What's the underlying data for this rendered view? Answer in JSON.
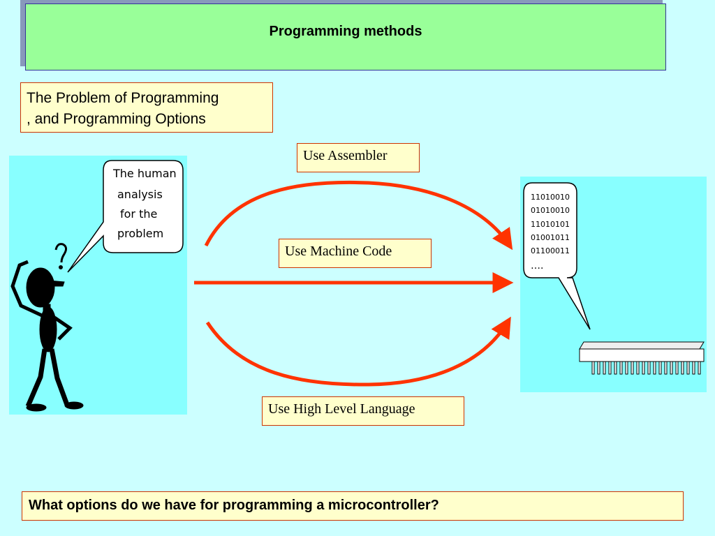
{
  "title": "Programming methods",
  "subtitle": {
    "line1": "The Problem of Programming",
    "line2": ", and Programming Options"
  },
  "human_bubble": {
    "lines": [
      "The human",
      "analysis",
      "for the",
      "problem"
    ]
  },
  "binary_bubble": {
    "lines": [
      "11010010",
      "01010010",
      "11010101",
      "01001011",
      "01100011",
      "…."
    ]
  },
  "options": {
    "assembler": "Use Assembler",
    "machine_code": "Use Machine Code",
    "high_level": "Use High Level Language"
  },
  "question": "What options do we have for programming a microcontroller?",
  "colors": {
    "background": "#ccffff",
    "title_fill": "#99ff99",
    "label_fill": "#ffffcc",
    "panel_fill": "#88ffff",
    "arrow": "#ff3300"
  },
  "icons": {
    "thinking_man": "thinking-person-clipart",
    "chip": "microcontroller-chip-icon"
  }
}
